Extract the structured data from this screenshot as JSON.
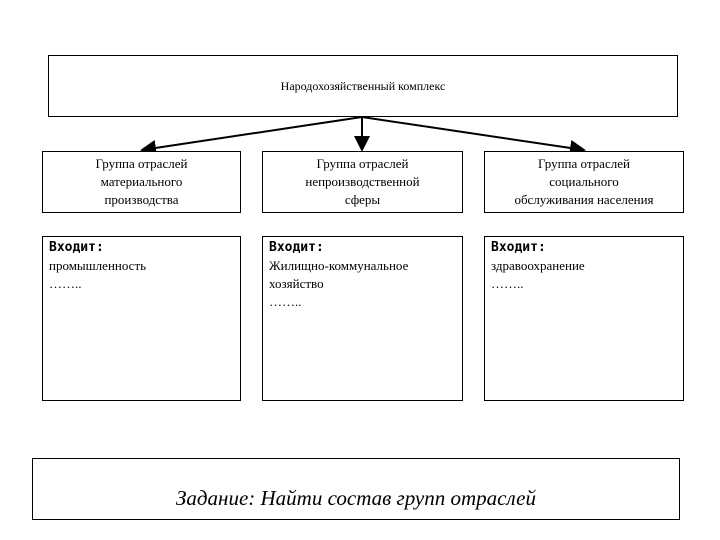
{
  "root": {
    "title": "Народохозяйственный комплекс"
  },
  "groups": [
    {
      "lines": [
        "Группа отраслей",
        "материального",
        "производства"
      ]
    },
    {
      "lines": [
        "Группа отраслей",
        "непроизводственной",
        "сферы"
      ]
    },
    {
      "lines": [
        "Группа отраслей",
        "социального",
        "обслуживания населения"
      ]
    }
  ],
  "details": [
    {
      "lead": "Входит:",
      "lines": [
        "промышленность",
        "……..",
        ""
      ]
    },
    {
      "lead": "Входит:",
      "lines": [
        "Жилищно-коммунальное",
        "хозяйство",
        "…….."
      ]
    },
    {
      "lead": "Входит:",
      "lines": [
        "здравоохранение",
        "……..",
        ""
      ]
    }
  ],
  "task": {
    "text": "Задание: Найти состав групп отраслей"
  }
}
